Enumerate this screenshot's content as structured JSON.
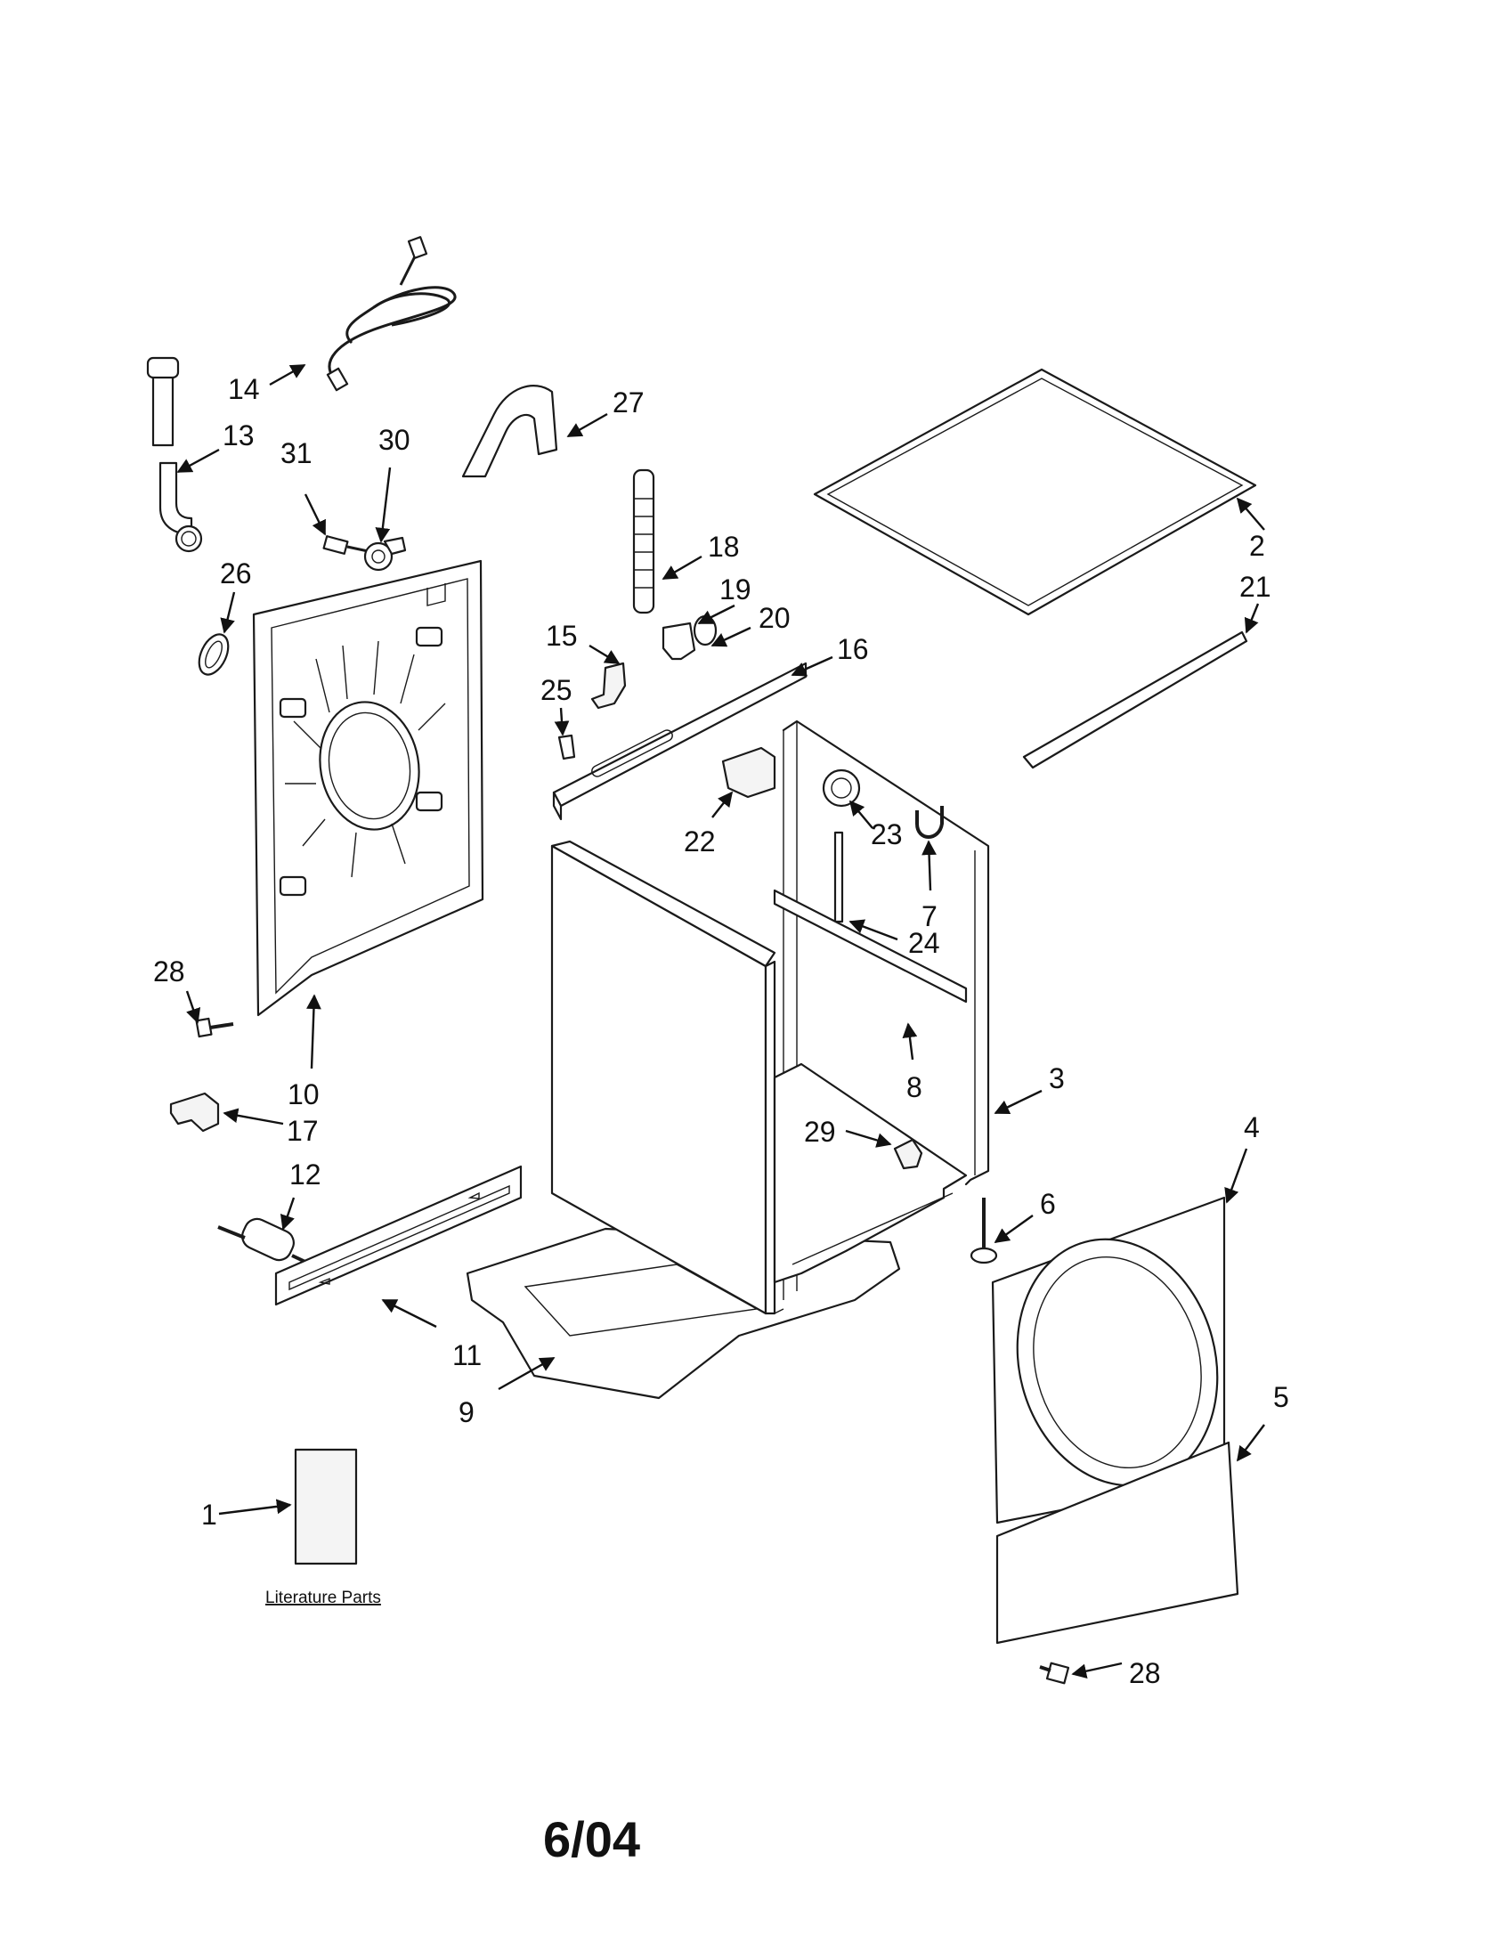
{
  "callouts": {
    "c1": "1",
    "c2": "2",
    "c3": "3",
    "c4": "4",
    "c5": "5",
    "c6": "6",
    "c7": "7",
    "c8": "8",
    "c9": "9",
    "c10": "10",
    "c11": "11",
    "c12": "12",
    "c13": "13",
    "c14": "14",
    "c15": "15",
    "c16": "16",
    "c17": "17",
    "c18": "18",
    "c19": "19",
    "c20": "20",
    "c21": "21",
    "c22": "22",
    "c23": "23",
    "c24": "24",
    "c25": "25",
    "c26": "26",
    "c27": "27",
    "c28a": "28",
    "c28b": "28",
    "c29": "29",
    "c30": "30",
    "c31": "31"
  },
  "literature_label": "Literature Parts",
  "date_code": "6/04"
}
